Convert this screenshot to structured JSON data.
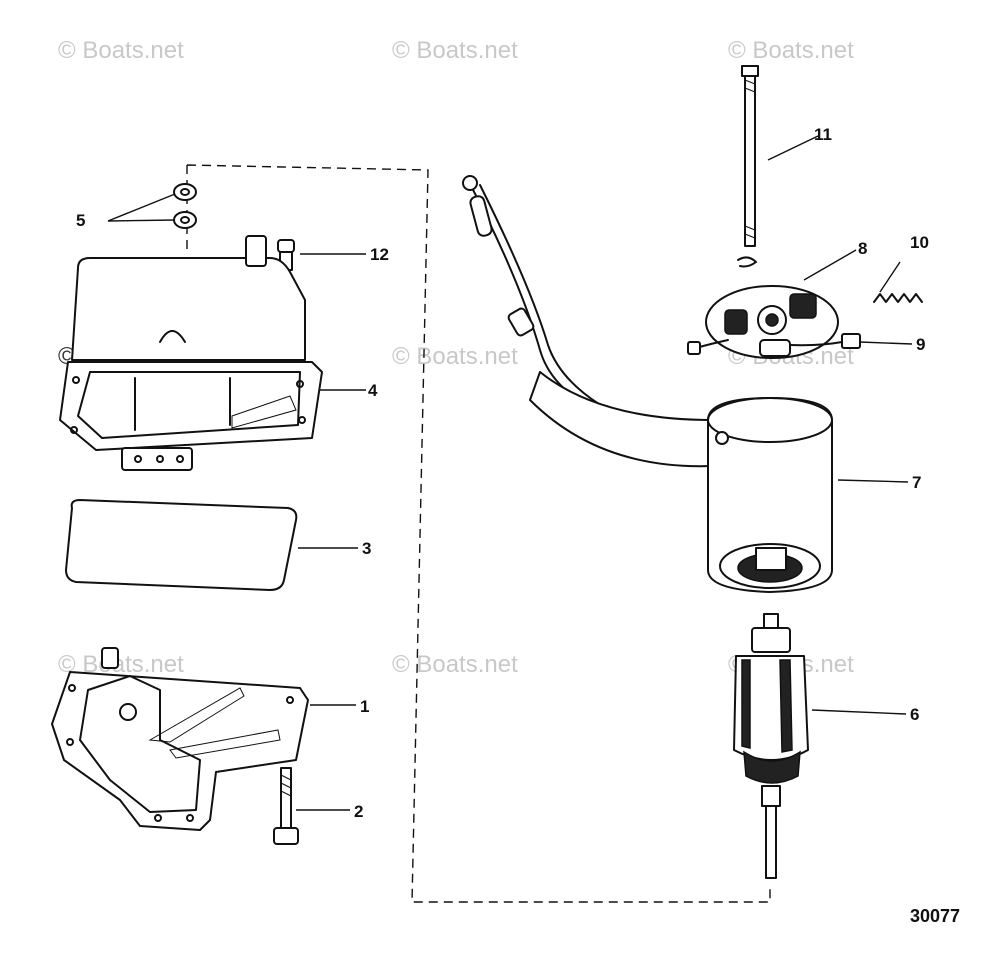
{
  "watermark": "© Boats.net",
  "figure_number": "30077",
  "callouts": {
    "c1": "1",
    "c2": "2",
    "c3": "3",
    "c4": "4",
    "c5": "5",
    "c6": "6",
    "c7": "7",
    "c8": "8",
    "c9": "9",
    "c10": "10",
    "c11": "11",
    "c12": "12"
  }
}
